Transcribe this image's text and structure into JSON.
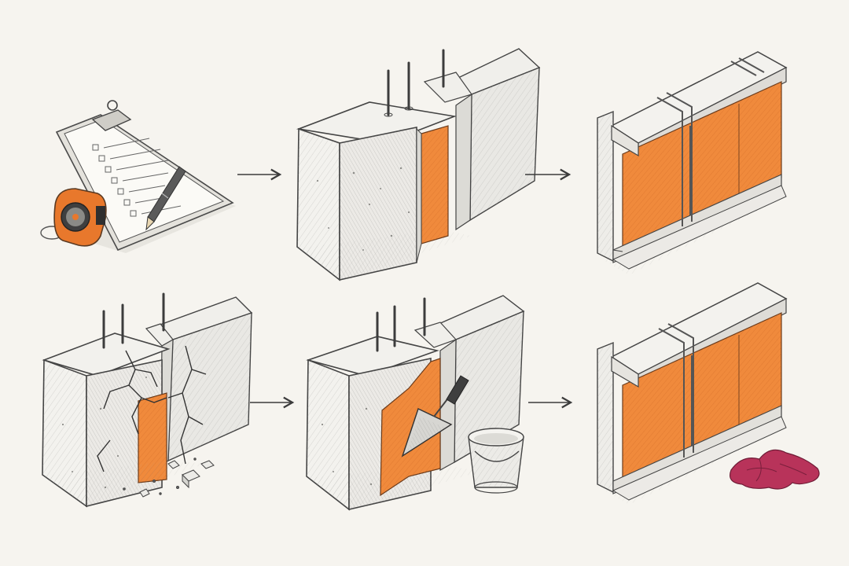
{
  "colors": {
    "background": "#f6f4ef",
    "ink": "#3b3b3b",
    "concrete": "#ecebe7",
    "concrete_shade": "#d9d8d3",
    "insulation": "#f08a3c",
    "insulation_dark": "#d8722a",
    "tape_case": "#e8782c",
    "cloth": "#b8335a"
  },
  "rows": [
    {
      "name": "row-new-installation",
      "steps": [
        {
          "name": "step-planning",
          "icons": [
            "clipboard-checklist-icon",
            "pencil-icon",
            "tape-measure-icon"
          ]
        },
        {
          "name": "step-insert-insulation",
          "icons": [
            "concrete-wall-icon",
            "rebar-icon",
            "insulation-strip-icon"
          ]
        },
        {
          "name": "step-finished-panel",
          "icons": [
            "insulated-panel-icon"
          ]
        }
      ]
    },
    {
      "name": "row-repair",
      "steps": [
        {
          "name": "step-damaged-wall",
          "icons": [
            "cracked-wall-icon",
            "debris-icon"
          ]
        },
        {
          "name": "step-patch-with-trowel",
          "icons": [
            "trowel-icon",
            "bucket-icon"
          ]
        },
        {
          "name": "step-cleanup-finished",
          "icons": [
            "insulated-panel-icon",
            "cloth-icon"
          ]
        }
      ]
    }
  ]
}
